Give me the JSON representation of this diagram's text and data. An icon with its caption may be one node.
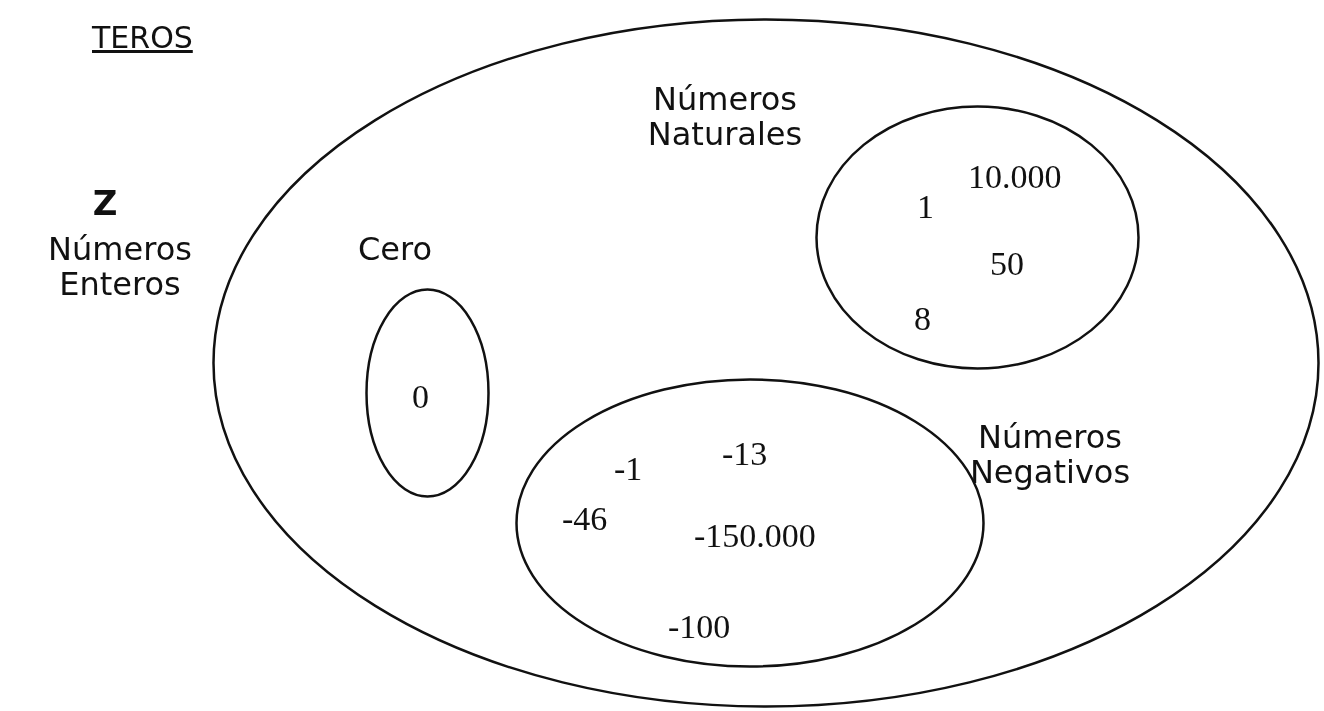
{
  "diagram": {
    "title": "TEROS",
    "nodes": [
      {
        "text": [
          "Z",
          "Números Enteros"
        ]
      },
      {
        "text": [
          "Cero",
          "0"
        ],
        "in": 0
      },
      {
        "text": [
          "Números Naturales",
          "10.000",
          "1",
          "50",
          "8"
        ],
        "in": 0
      },
      {
        "text": [
          "Números Negativos",
          "-13",
          "-1",
          "-46",
          "-150.000",
          "-100"
        ],
        "in": 0
      }
    ],
    "edges": []
  }
}
